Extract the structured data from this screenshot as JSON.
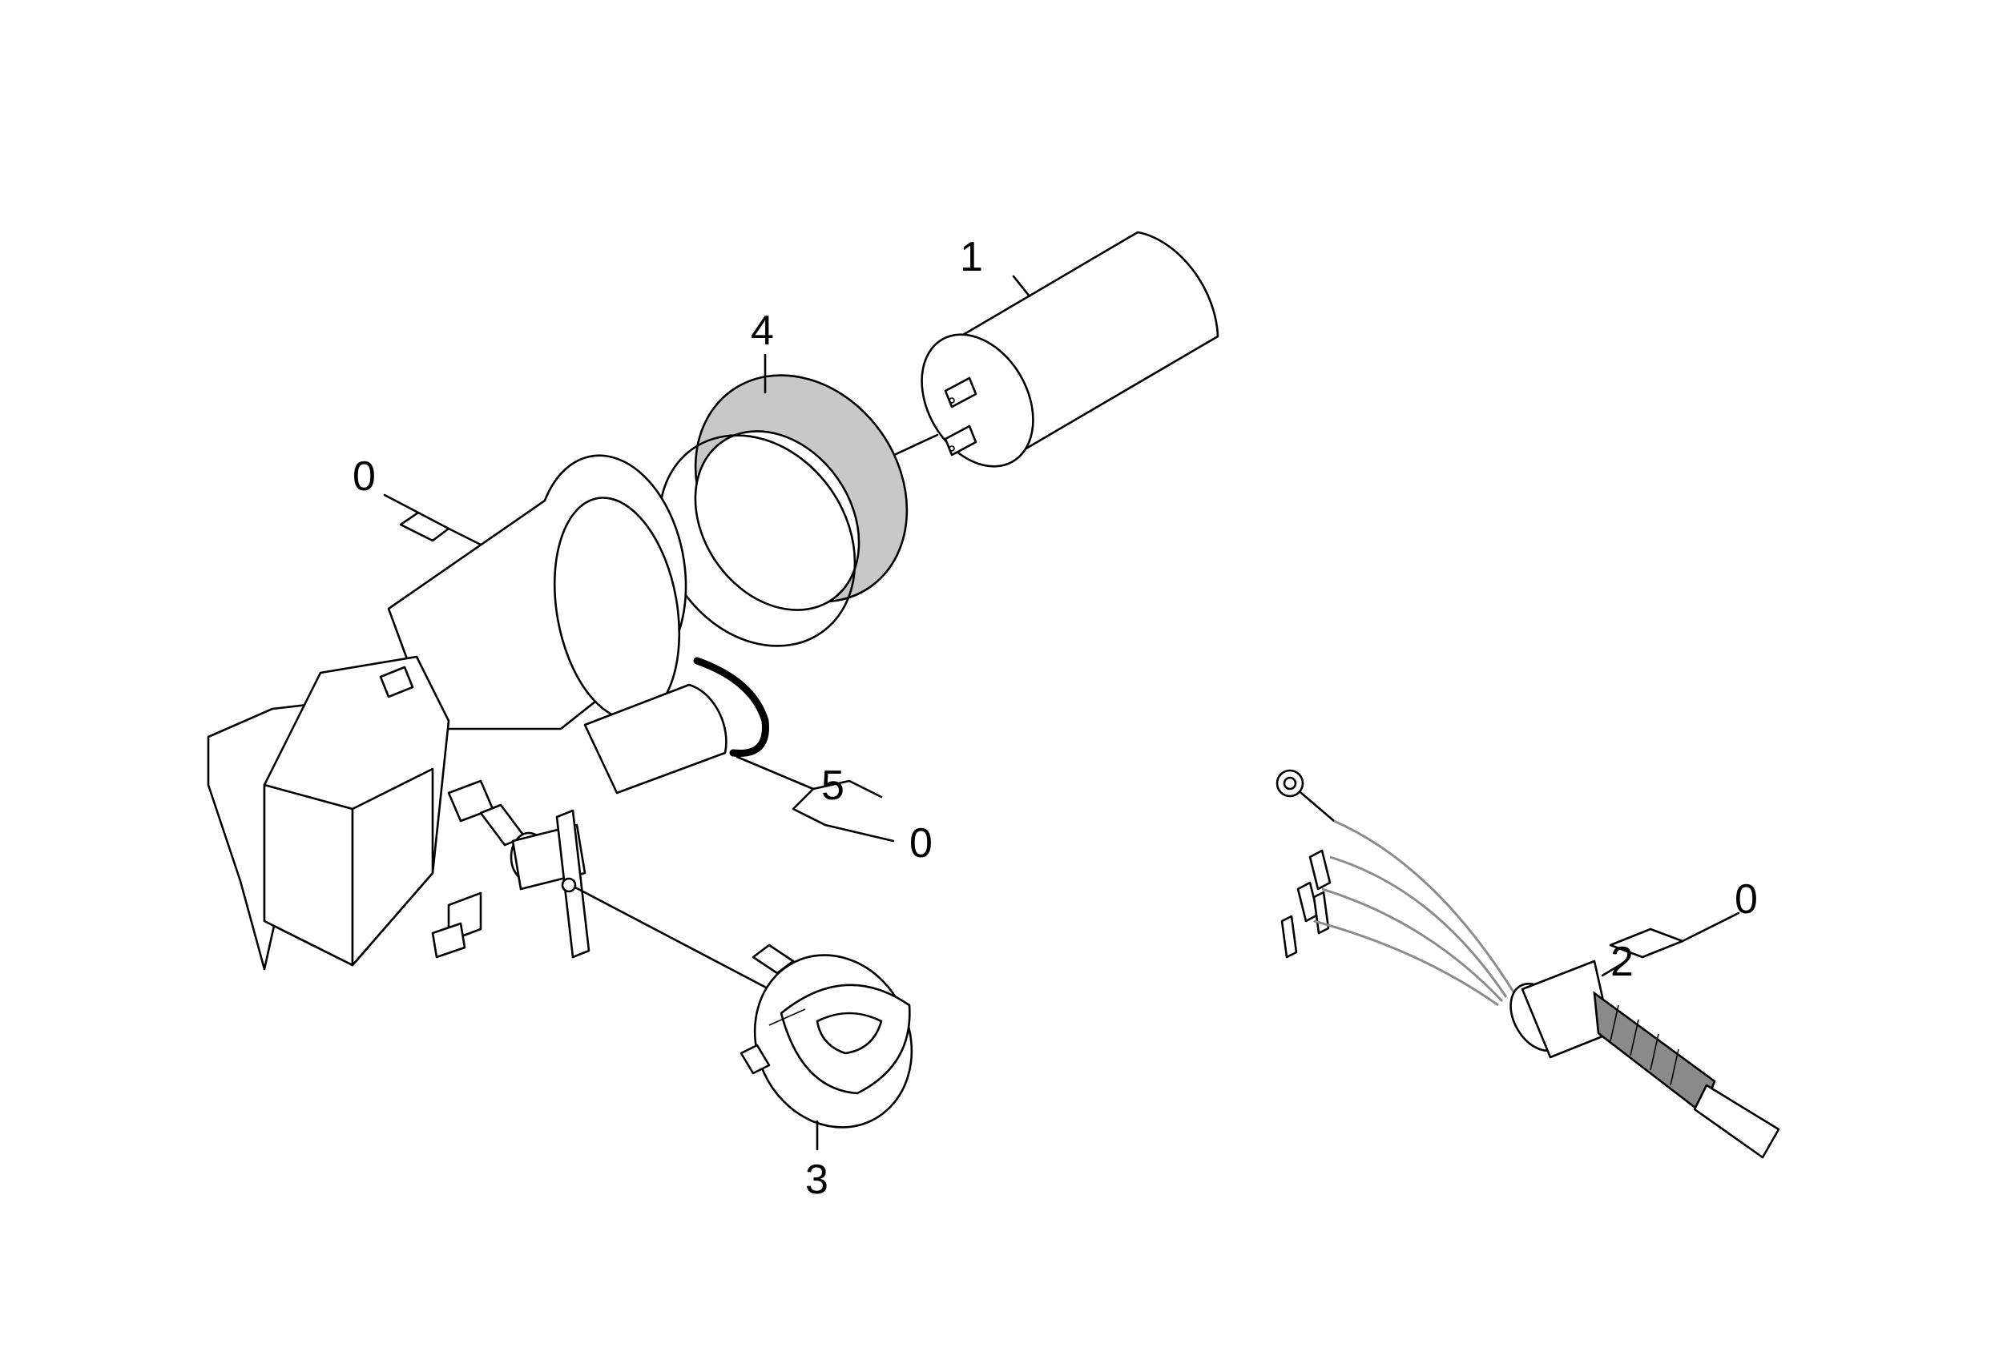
{
  "callouts": {
    "part_1": "1",
    "part_2": "2",
    "part_3": "3",
    "part_4": "4",
    "part_5": "5",
    "set_motor": "0",
    "set_seal": "0",
    "set_cable": "0"
  }
}
